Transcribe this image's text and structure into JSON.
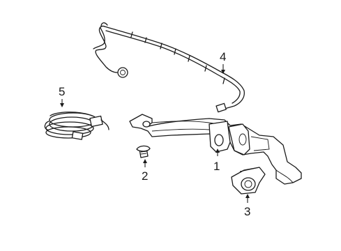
{
  "callouts": [
    {
      "id": "1",
      "label": "1"
    },
    {
      "id": "2",
      "label": "2"
    },
    {
      "id": "3",
      "label": "3"
    },
    {
      "id": "4",
      "label": "4"
    },
    {
      "id": "5",
      "label": "5"
    }
  ],
  "colors": {
    "background": "#ffffff",
    "line": "#1a1a1a"
  }
}
